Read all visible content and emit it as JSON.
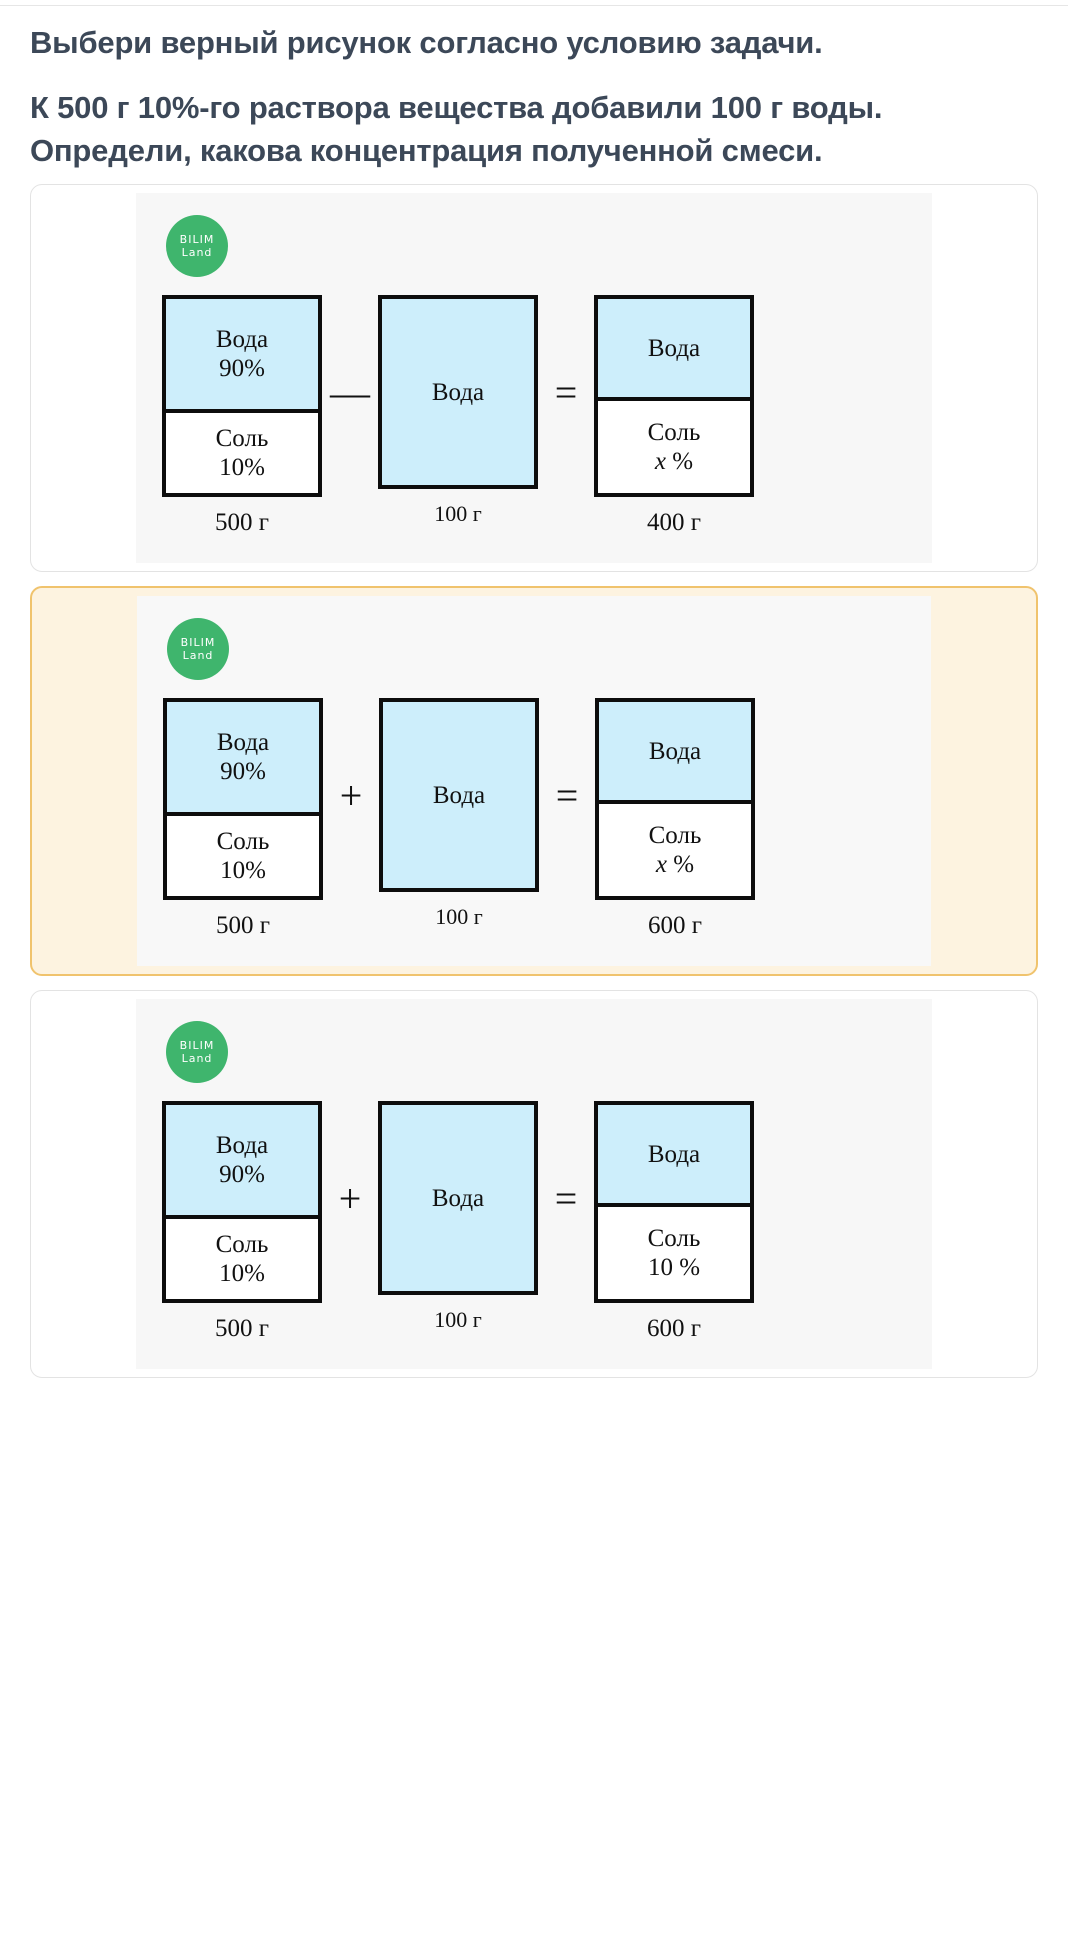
{
  "question": {
    "title": "Выбери верный рисунок согласно условию задачи.",
    "body": "К 500 г 10%-го раствора вещества добавили 100 г воды. Определи, какова концентрация полученной смеси."
  },
  "logo": {
    "line1": "BILIM",
    "line2": "Land",
    "color": "#3fb56d"
  },
  "colors": {
    "water_fill": "#cdeefb",
    "box_border": "#0d0d0d",
    "selected_bg": "#fdf3e0",
    "selected_border": "#f0c36d",
    "diagram_bg": "#f7f7f7",
    "text": "#3c4858"
  },
  "options": [
    {
      "id": "option-1",
      "selected": false,
      "operator_1": "—",
      "operator_2": "=",
      "left_box": {
        "top_label": "Вода",
        "top_value": "90%",
        "bottom_label": "Соль",
        "bottom_value": "10%",
        "weight": "500  г"
      },
      "mid_box": {
        "label": "Вода",
        "weight": "100 г"
      },
      "right_box": {
        "top_label": "Вода",
        "bottom_label": "Соль",
        "bottom_value": "x %",
        "weight": "400  г"
      }
    },
    {
      "id": "option-2",
      "selected": true,
      "operator_1": "+",
      "operator_2": "=",
      "left_box": {
        "top_label": "Вода",
        "top_value": "90%",
        "bottom_label": "Соль",
        "bottom_value": "10%",
        "weight": "500  г"
      },
      "mid_box": {
        "label": "Вода",
        "weight": "100 г"
      },
      "right_box": {
        "top_label": "Вода",
        "bottom_label": "Соль",
        "bottom_value": "x %",
        "weight": "600  г"
      }
    },
    {
      "id": "option-3",
      "selected": false,
      "operator_1": "+",
      "operator_2": "=",
      "left_box": {
        "top_label": "Вода",
        "top_value": "90%",
        "bottom_label": "Соль",
        "bottom_value": "10%",
        "weight": "500  г"
      },
      "mid_box": {
        "label": "Вода",
        "weight": "100 г"
      },
      "right_box": {
        "top_label": "Вода",
        "bottom_label": "Соль",
        "bottom_value": "10 %",
        "weight": "600  г"
      }
    }
  ]
}
